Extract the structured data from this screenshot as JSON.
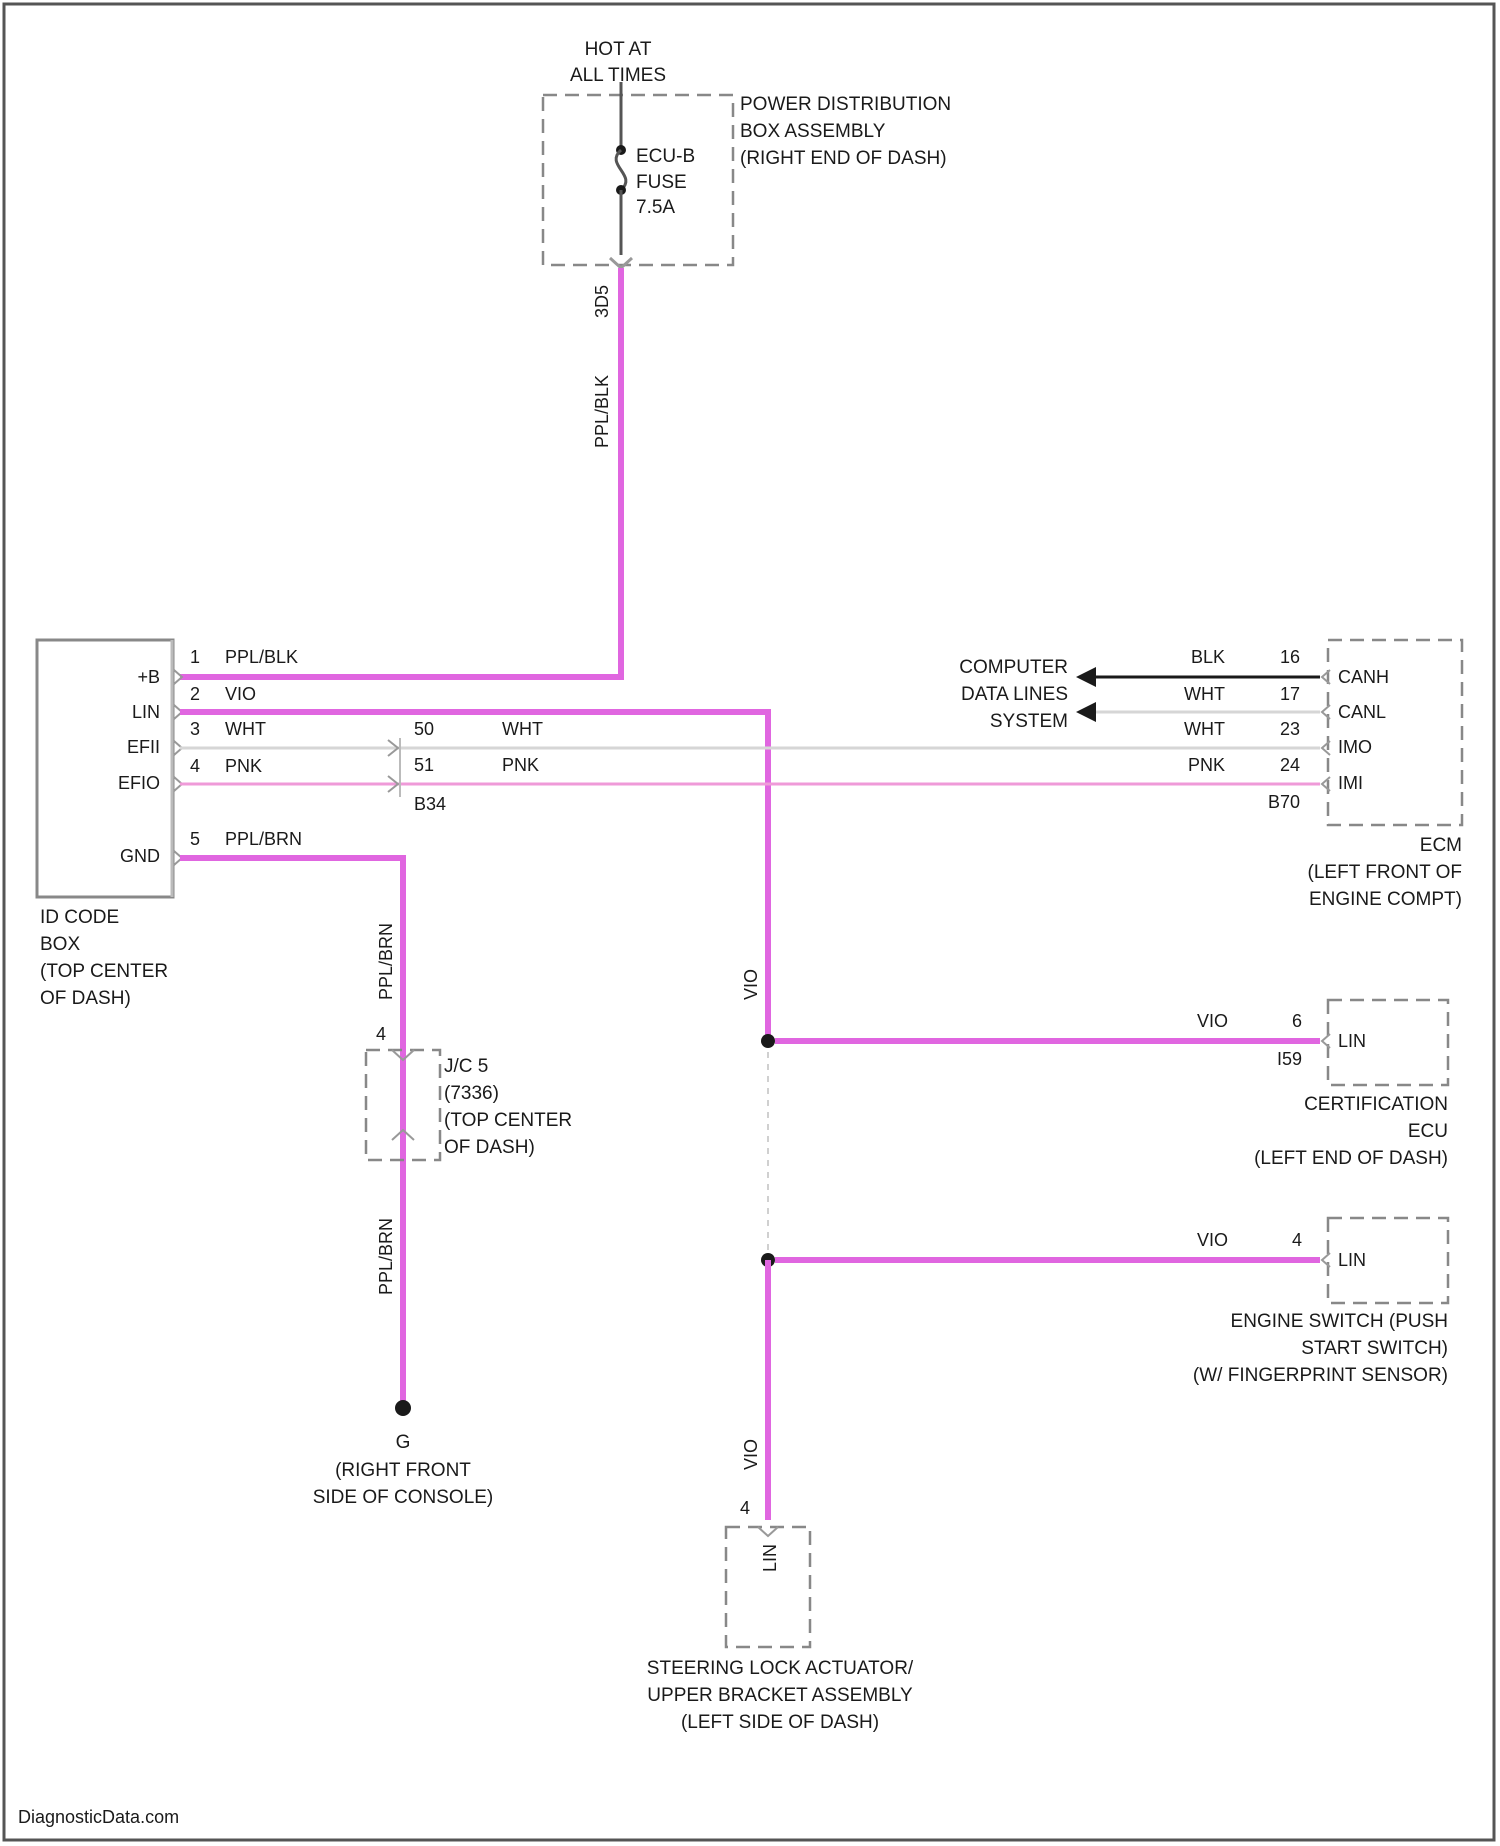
{
  "colors": {
    "wire_pink": "#e066e0",
    "wire_white": "#d6d6d6",
    "wire_black": "#1a1a1a"
  },
  "power": {
    "hot_line1": "HOT AT",
    "hot_line2": "ALL TIMES",
    "pdb_line1": "POWER DISTRIBUTION",
    "pdb_line2": "BOX ASSEMBLY",
    "pdb_line3": "(RIGHT END OF DASH)",
    "fuse_line1": "ECU-B",
    "fuse_line2": "FUSE",
    "fuse_line3": "7.5A",
    "conn_id": "3D5",
    "wire_color": "PPL/BLK"
  },
  "id_box": {
    "name_line1": "ID CODE",
    "name_line2": "BOX",
    "name_line3": "(TOP CENTER",
    "name_line4": "OF DASH)",
    "pins": [
      {
        "num": "1",
        "label": "+B",
        "wire": "PPL/BLK"
      },
      {
        "num": "2",
        "label": "LIN",
        "wire": "VIO"
      },
      {
        "num": "3",
        "label": "EFII",
        "wire": "WHT"
      },
      {
        "num": "4",
        "label": "EFIO",
        "wire": "PNK"
      },
      {
        "num": "5",
        "label": "GND",
        "wire": "PPL/BRN"
      }
    ]
  },
  "junction": {
    "pin50": "50",
    "pin51": "51",
    "conn": "B34",
    "wht": "WHT",
    "pnk": "PNK"
  },
  "ecm": {
    "name_line1": "ECM",
    "name_line2": "(LEFT FRONT OF",
    "name_line3": "ENGINE COMPT)",
    "conn": "B70",
    "pins": [
      {
        "num": "16",
        "label": "CANH",
        "wire": "BLK"
      },
      {
        "num": "17",
        "label": "CANL",
        "wire": "WHT"
      },
      {
        "num": "23",
        "label": "IMO",
        "wire": "WHT"
      },
      {
        "num": "24",
        "label": "IMI",
        "wire": "PNK"
      }
    ]
  },
  "data_lines": {
    "line1": "COMPUTER",
    "line2": "DATA LINES",
    "line3": "SYSTEM"
  },
  "jc": {
    "label_line1": "J/C 5",
    "label_line2": "(7336)",
    "label_line3": "(TOP CENTER",
    "label_line4": "OF DASH)",
    "pin": "4",
    "wire_up": "PPL/BRN",
    "wire_down": "PPL/BRN"
  },
  "ground": {
    "id": "G",
    "line1": "(RIGHT FRONT",
    "line2": "SIDE OF CONSOLE)"
  },
  "vio_trunk": "VIO",
  "cert_ecu": {
    "wire": "VIO",
    "pin": "6",
    "conn": "I59",
    "label": "LIN",
    "line1": "CERTIFICATION",
    "line2": "ECU",
    "line3": "(LEFT END OF DASH)"
  },
  "engine_switch": {
    "wire": "VIO",
    "pin": "4",
    "label": "LIN",
    "line1": "ENGINE SWITCH (PUSH",
    "line2": "START SWITCH)",
    "line3": "(W/ FINGERPRINT SENSOR)"
  },
  "steering": {
    "wire": "VIO",
    "pin": "4",
    "label": "LIN",
    "line1": "STEERING LOCK ACTUATOR/",
    "line2": "UPPER BRACKET ASSEMBLY",
    "line3": "(LEFT SIDE OF DASH)"
  },
  "watermark": "DiagnosticData.com"
}
